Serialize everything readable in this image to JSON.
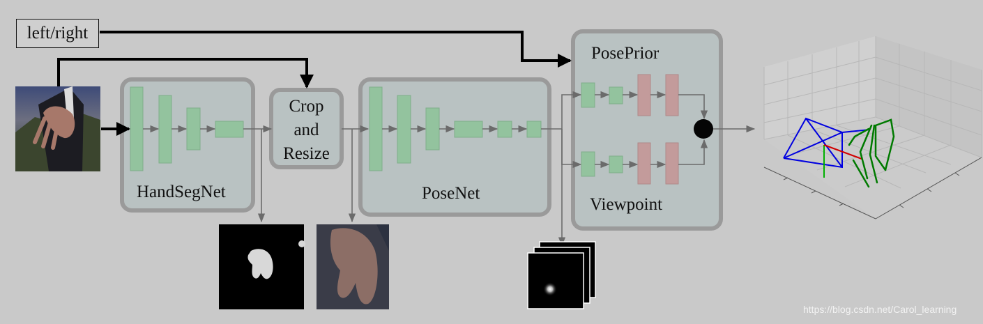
{
  "labels": {
    "left_right": "left/right",
    "handsegnet": "HandSegNet",
    "crop_line1": "Crop",
    "crop_line2": "and",
    "crop_line3": "Resize",
    "posenet": "PoseNet",
    "poseprior": "PosePrior",
    "viewpoint": "Viewpoint"
  },
  "watermark": "https://blog.csdn.net/Carol_learning",
  "colors": {
    "background": "#c9c9c9",
    "module_fill": "#b9c2c2",
    "module_border": "#999999",
    "conv_layer": "#93c39e",
    "fc_layer": "#c39b9b",
    "arrow_gray": "#6b6b6b",
    "arrow_black": "#000000",
    "skeleton_blue": "#0000e0",
    "skeleton_green": "#008000",
    "skeleton_red": "#d00000"
  },
  "icons": {
    "input": "input-hand-photo",
    "mask": "segmentation-mask-image",
    "crop": "cropped-hand-image",
    "scoremaps": "keypoint-score-maps",
    "plot": "3d-hand-pose-plot"
  }
}
